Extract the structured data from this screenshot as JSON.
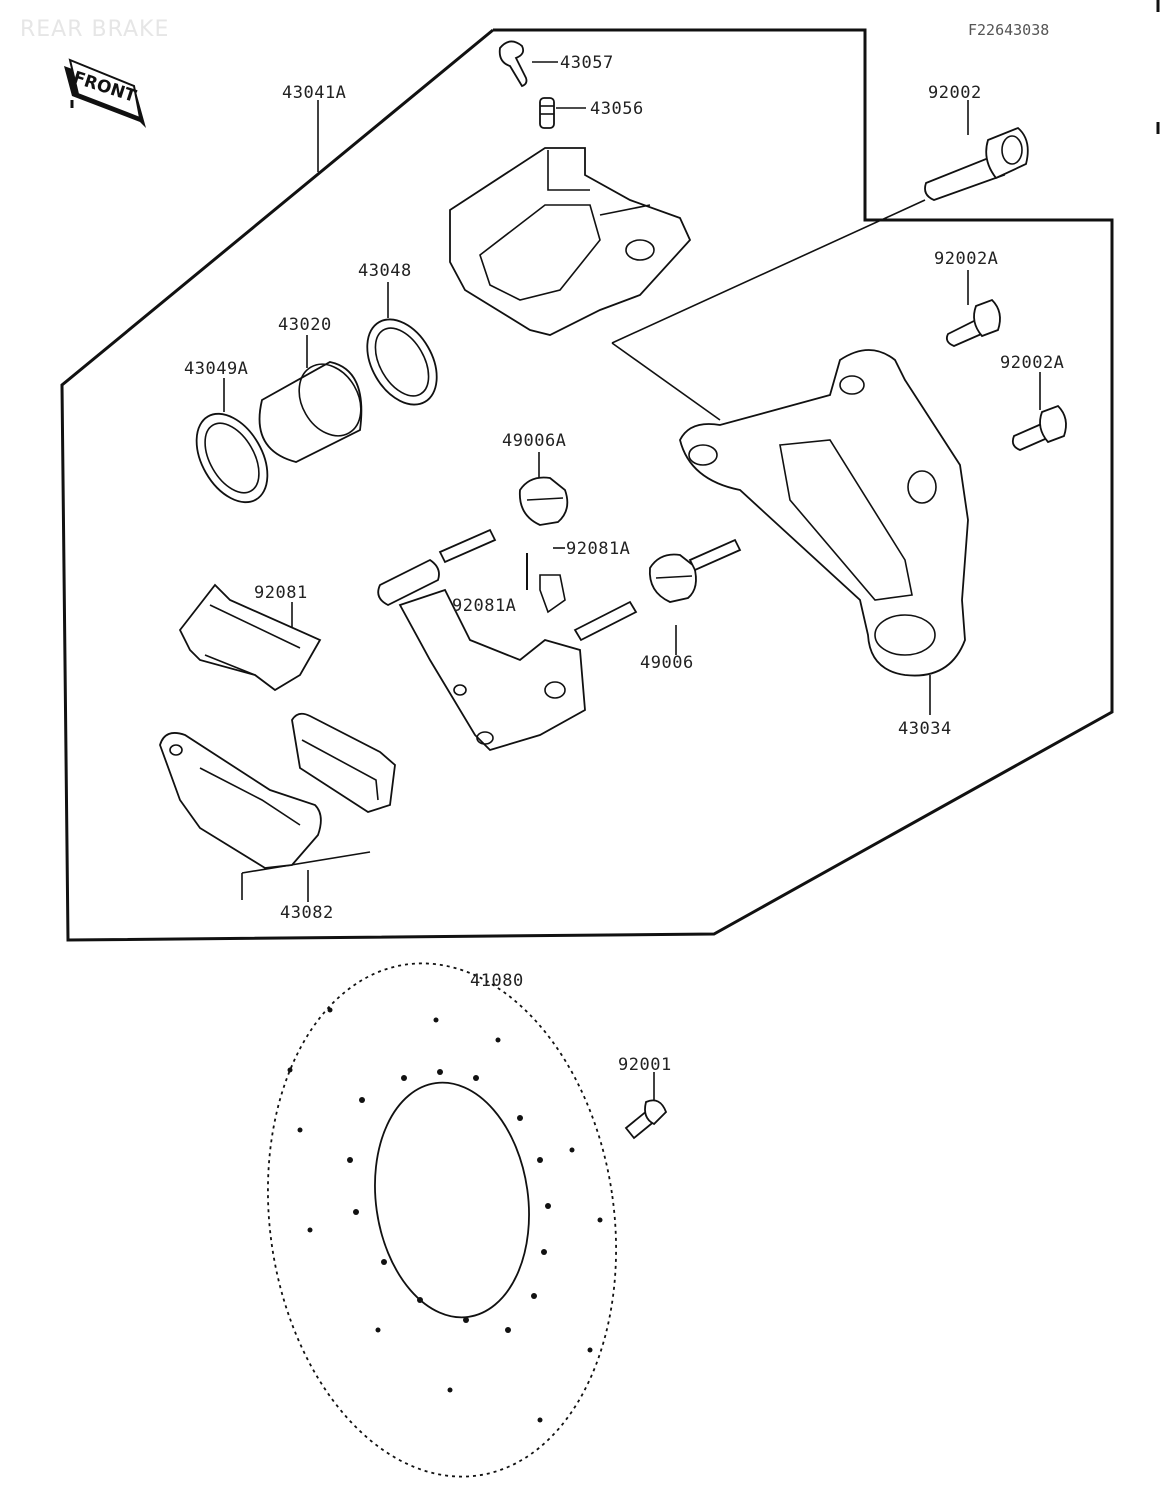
{
  "header": {
    "title": "REAR BRAKE",
    "diagram_code": "F22643038"
  },
  "front_marker": {
    "label": "FRONT",
    "icon": "front-arrow-icon"
  },
  "callouts": {
    "p43041A": "43041A",
    "p43057": "43057",
    "p43056": "43056",
    "p92002": "92002",
    "p43048": "43048",
    "p43020": "43020",
    "p43049A": "43049A",
    "p92002A_1": "92002A",
    "p92002A_2": "92002A",
    "p49006A": "49006A",
    "p92081A_1": "92081A",
    "p92081": "92081",
    "p92081A_2": "92081A",
    "p49006": "49006",
    "p43034": "43034",
    "p43082": "43082",
    "p41080": "41080",
    "p92001": "92001"
  }
}
